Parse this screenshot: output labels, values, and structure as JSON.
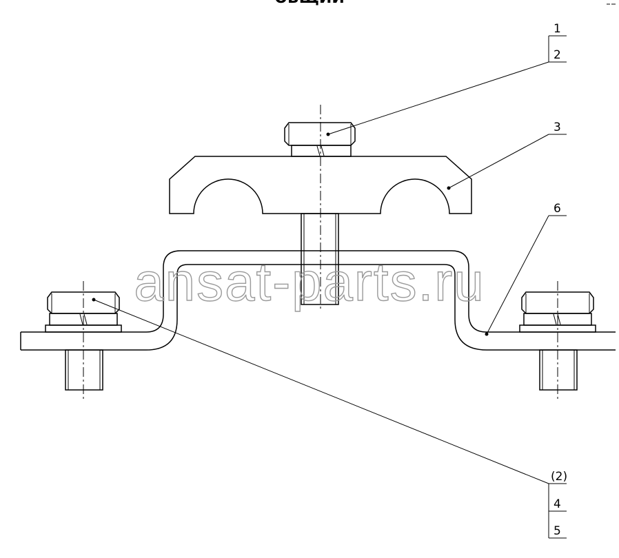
{
  "drawing": {
    "top_title_fragment": "ОБЩИЙ",
    "watermark": "ansat-parts.ru",
    "callouts_top": [
      "1",
      "2"
    ],
    "callout_3": "3",
    "callout_6": "6",
    "callouts_bottom": [
      "(2)",
      "4",
      "5"
    ]
  }
}
